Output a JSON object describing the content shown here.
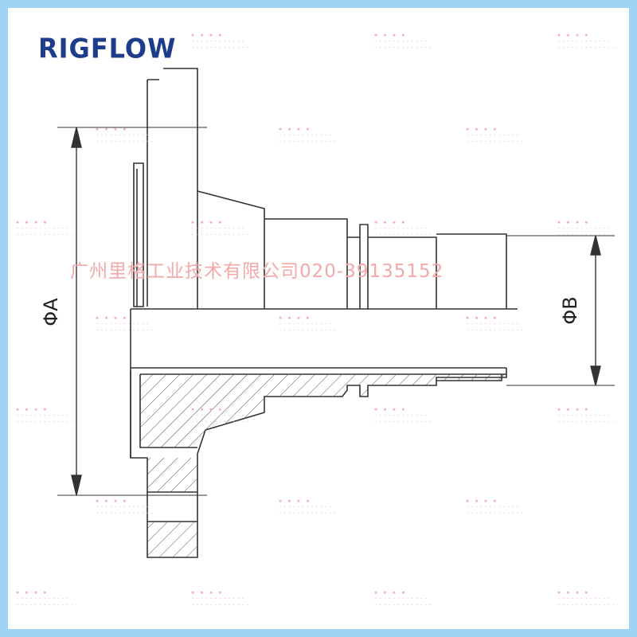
{
  "brand": {
    "logo_text": "RIGFLOW",
    "logo_color": "#1e3c8c"
  },
  "watermark": {
    "company_line": "广州里格工业技术有限公司020-39135152",
    "color": "#f3a9a9"
  },
  "dimensions": {
    "diameter_a": "ΦA",
    "diameter_b": "ΦB"
  },
  "colors": {
    "frame_border": "#9fd4f2",
    "line": "#333333"
  }
}
